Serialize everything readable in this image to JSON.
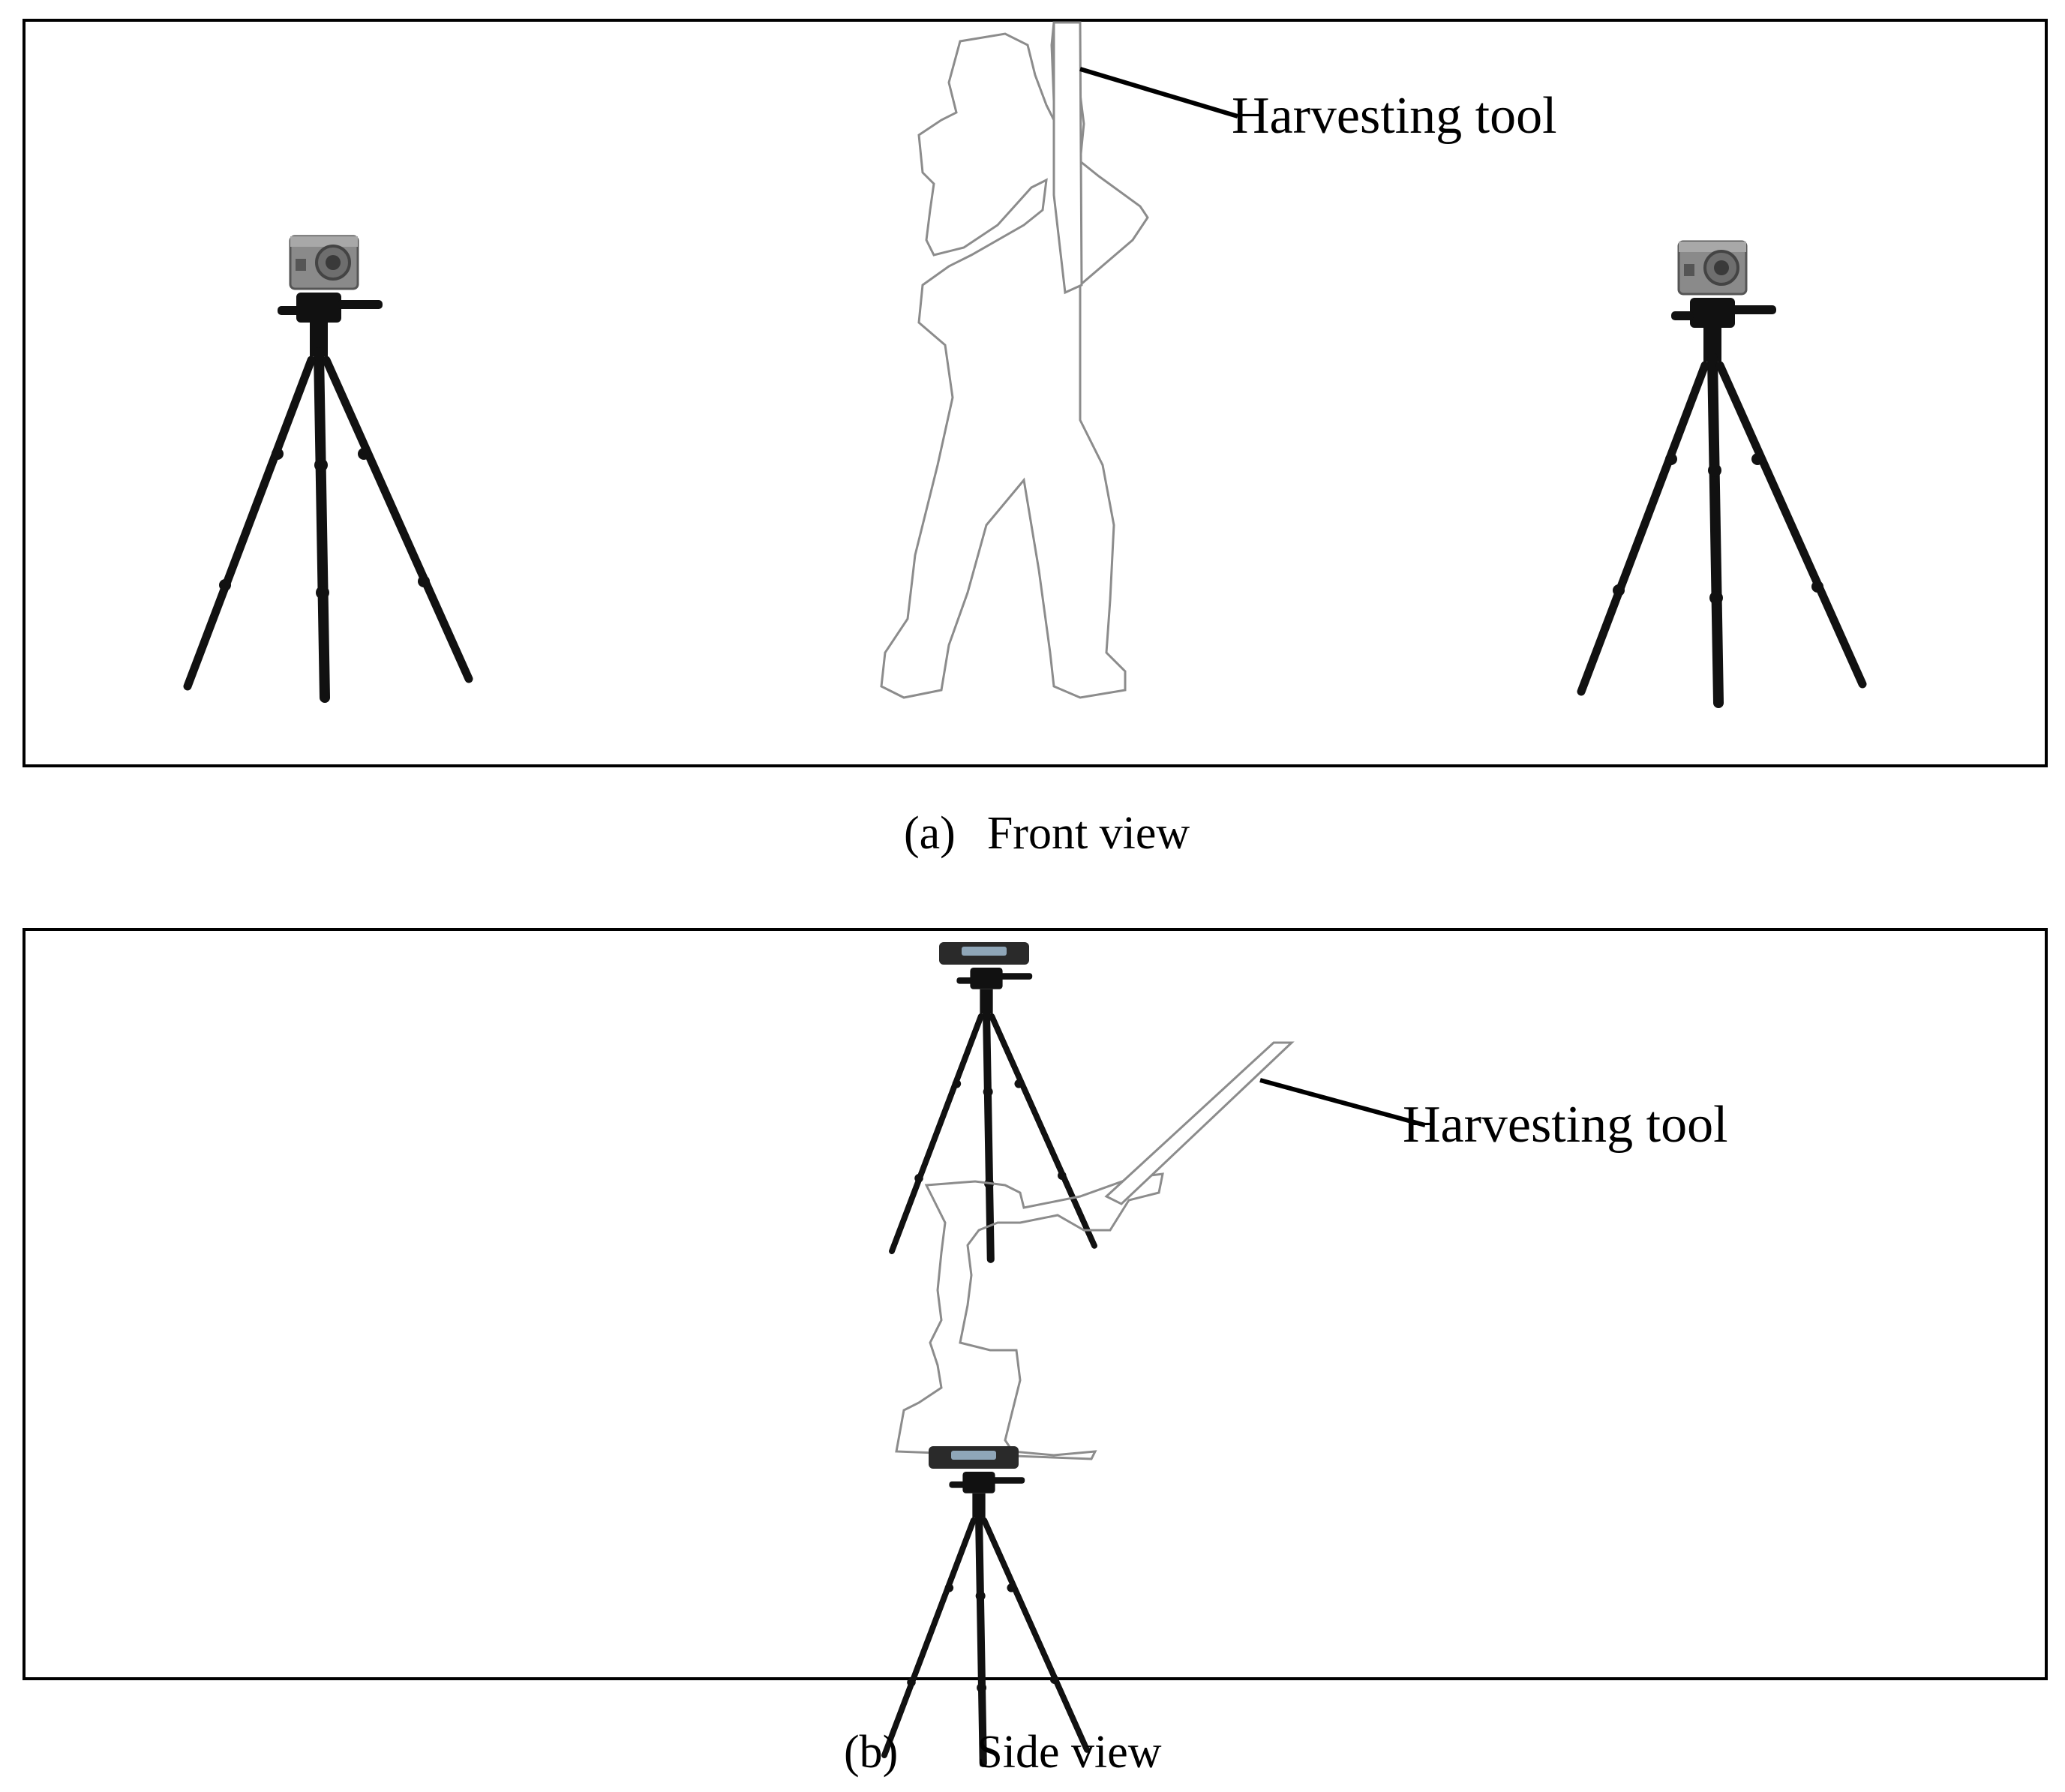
{
  "panel_a": {
    "annotation": "Harvesting tool",
    "caption_tag": "(a)",
    "caption_text": "Front view"
  },
  "panel_b": {
    "annotation": "Harvesting tool",
    "caption_tag": "(b)",
    "caption_text": "Side view"
  },
  "colors": {
    "frame": "#000000",
    "tripod": "#111111",
    "camera_gray": "#8a8a8a",
    "camera_dark": "#2a2a2a",
    "silhouette_stroke": "#8c8c8c"
  }
}
